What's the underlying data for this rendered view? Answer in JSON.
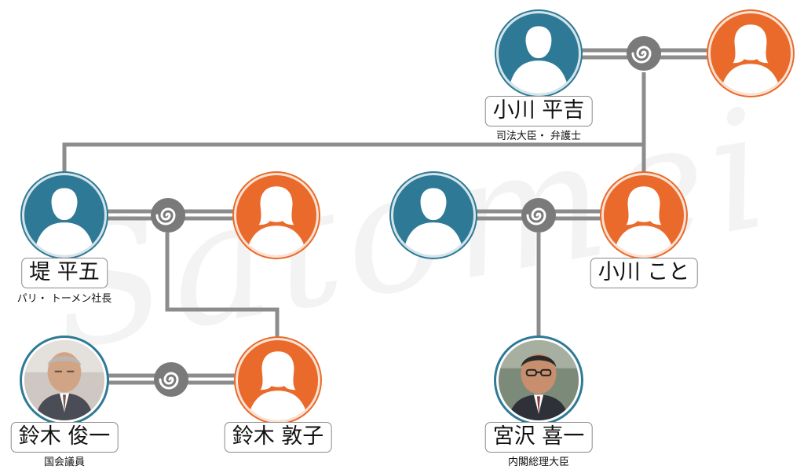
{
  "watermark": "Satomei",
  "people": [
    {
      "id": "ogawa-heikichi",
      "name": "小川 平吉",
      "role": "司法大臣・ 弁護士",
      "gender": "male",
      "photo": false
    },
    {
      "id": "ogawa-heikichi-wife",
      "name": "",
      "role": "",
      "gender": "female",
      "photo": false
    },
    {
      "id": "tsutsumi-heigo",
      "name": "堤 平五",
      "role": "パリ・ トーメン社長",
      "gender": "male",
      "photo": false
    },
    {
      "id": "tsutsumi-heigo-wife",
      "name": "",
      "role": "",
      "gender": "female",
      "photo": false
    },
    {
      "id": "ogawa-koto-husband",
      "name": "",
      "role": "",
      "gender": "male",
      "photo": false
    },
    {
      "id": "ogawa-koto",
      "name": "小川 こと",
      "role": "",
      "gender": "female",
      "photo": false
    },
    {
      "id": "suzuki-shunichi",
      "name": "鈴木 俊一",
      "role": "国会議員",
      "gender": "male",
      "photo": true
    },
    {
      "id": "suzuki-atsuko",
      "name": "鈴木 敦子",
      "role": "",
      "gender": "female",
      "photo": false
    },
    {
      "id": "miyazawa-kiichi",
      "name": "宮沢 喜一",
      "role": "内閣総理大臣",
      "gender": "male",
      "photo": true
    }
  ],
  "marriages": [
    "ogawa-heikichi+wife",
    "tsutsumi-heigo+wife",
    "ogawa-koto+husband",
    "suzuki-shunichi+suzuki-atsuko"
  ],
  "colors": {
    "male": "#2e7a96",
    "female": "#e96a2a",
    "line": "#8c8c8c",
    "node": "#7a7a7a"
  },
  "icons": {
    "silhouette": "person-silhouette-icon",
    "marriage": "marriage-ring-icon"
  }
}
